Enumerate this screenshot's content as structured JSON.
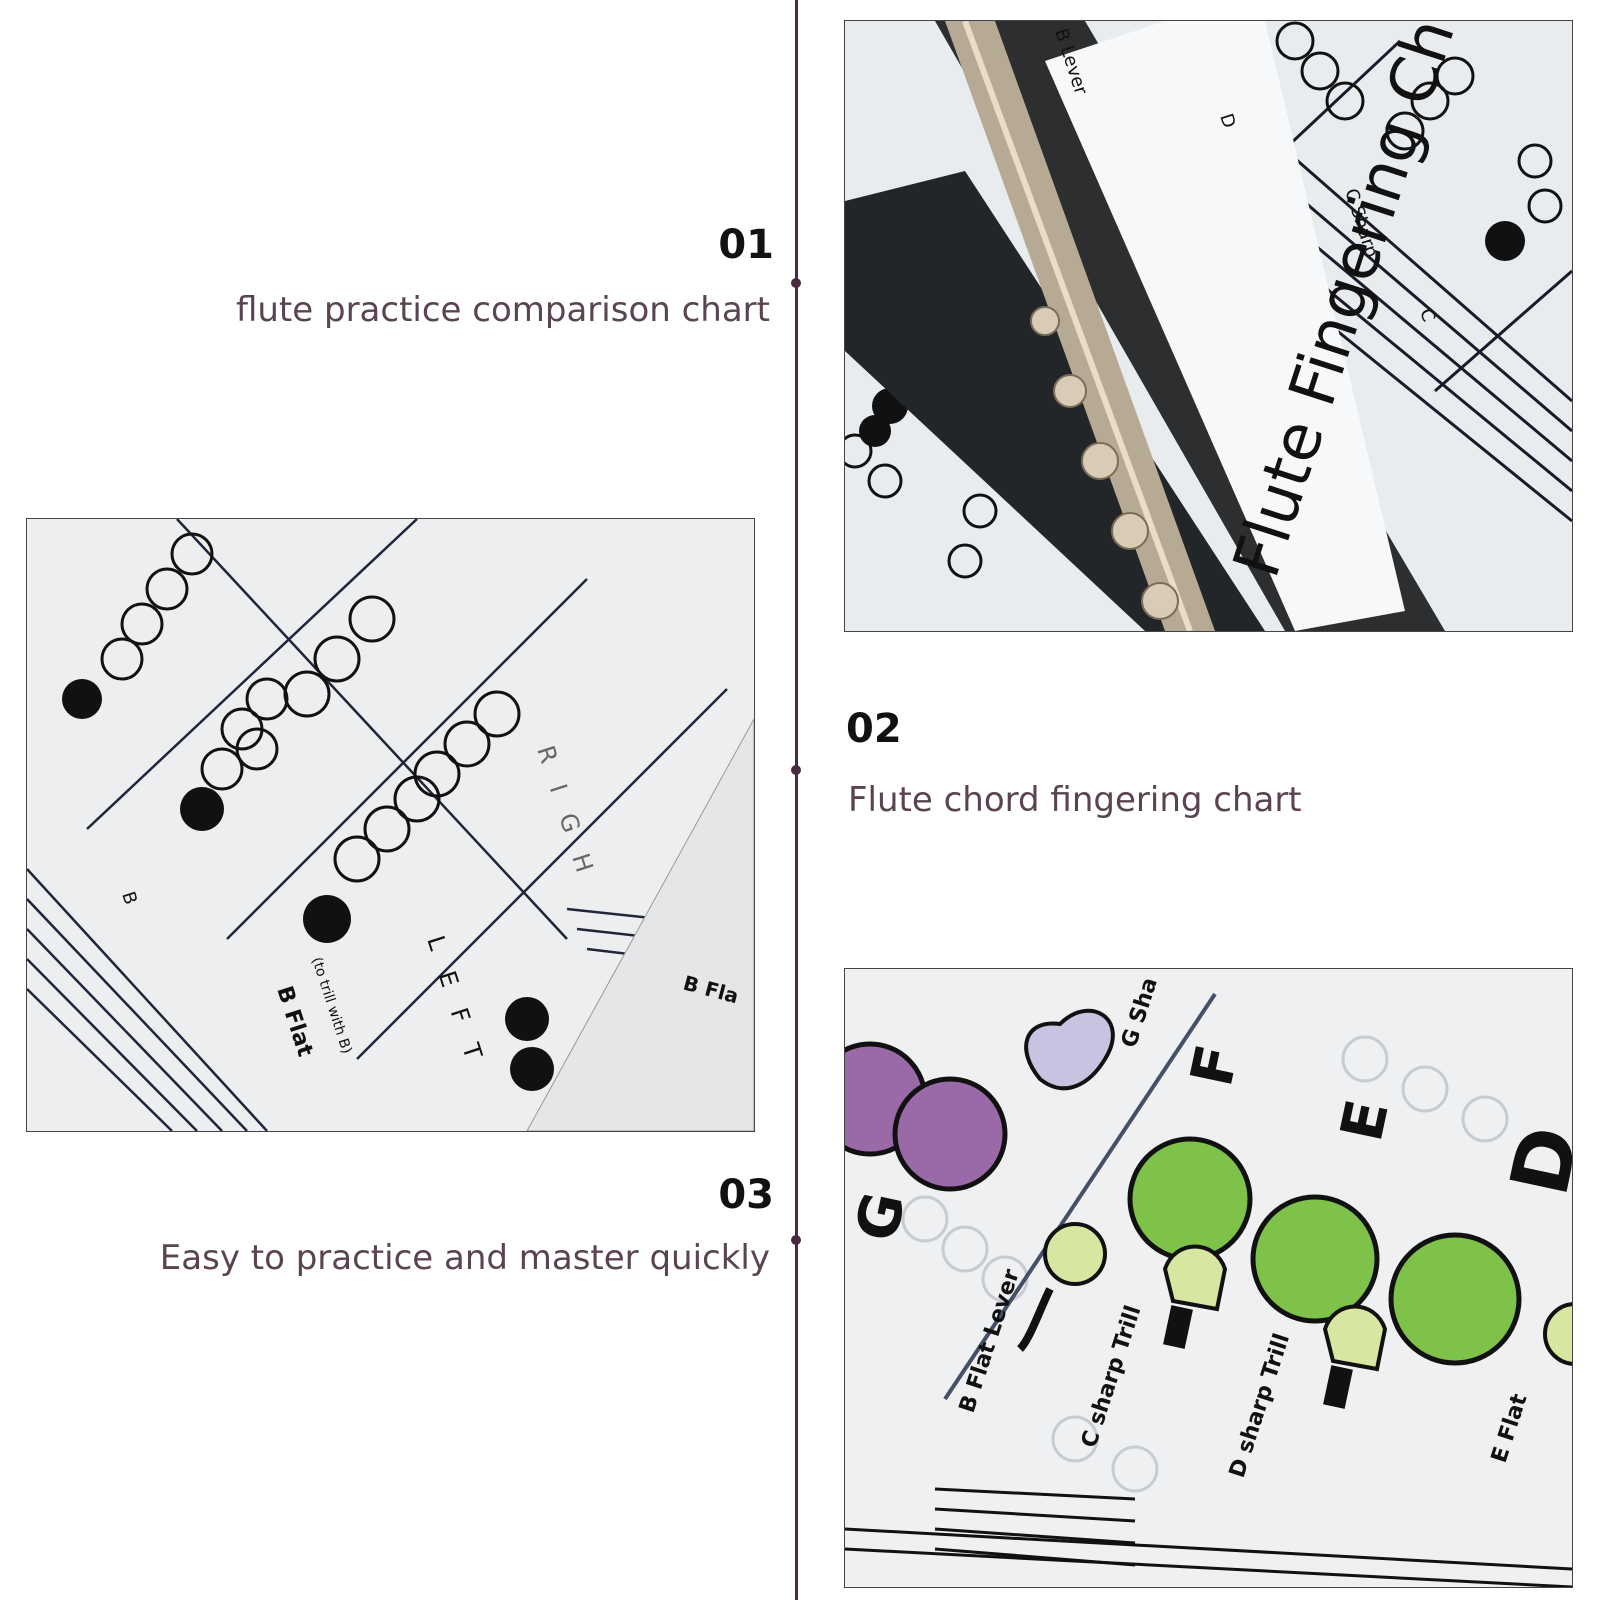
{
  "features": [
    {
      "number": "01",
      "caption": "flute practice comparison chart"
    },
    {
      "number": "02",
      "caption": "Flute chord fingering chart"
    },
    {
      "number": "03",
      "caption": "Easy to practice and master quickly"
    }
  ],
  "photo_top": {
    "title": "Flute Fingering Ch",
    "labels": [
      "C Sharp",
      "C",
      "D",
      "B Lever"
    ]
  },
  "photo_mid": {
    "labels": [
      "B Flat",
      "(to trill with B)",
      "B",
      "L E F T",
      "R I G H",
      "B Fla"
    ]
  },
  "photo_bottom": {
    "notes": [
      "G",
      "F",
      "E",
      "D"
    ],
    "labels": [
      "B Flat Lever",
      "C sharp Trill",
      "D sharp Trill",
      "E Flat",
      "G Sha"
    ]
  },
  "colors": {
    "timeline": "#4a2a40",
    "caption": "#5a4452",
    "green_key": "#7fc24a",
    "purple_key": "#9a6aa8",
    "lavender_key": "#c9c2e0"
  }
}
